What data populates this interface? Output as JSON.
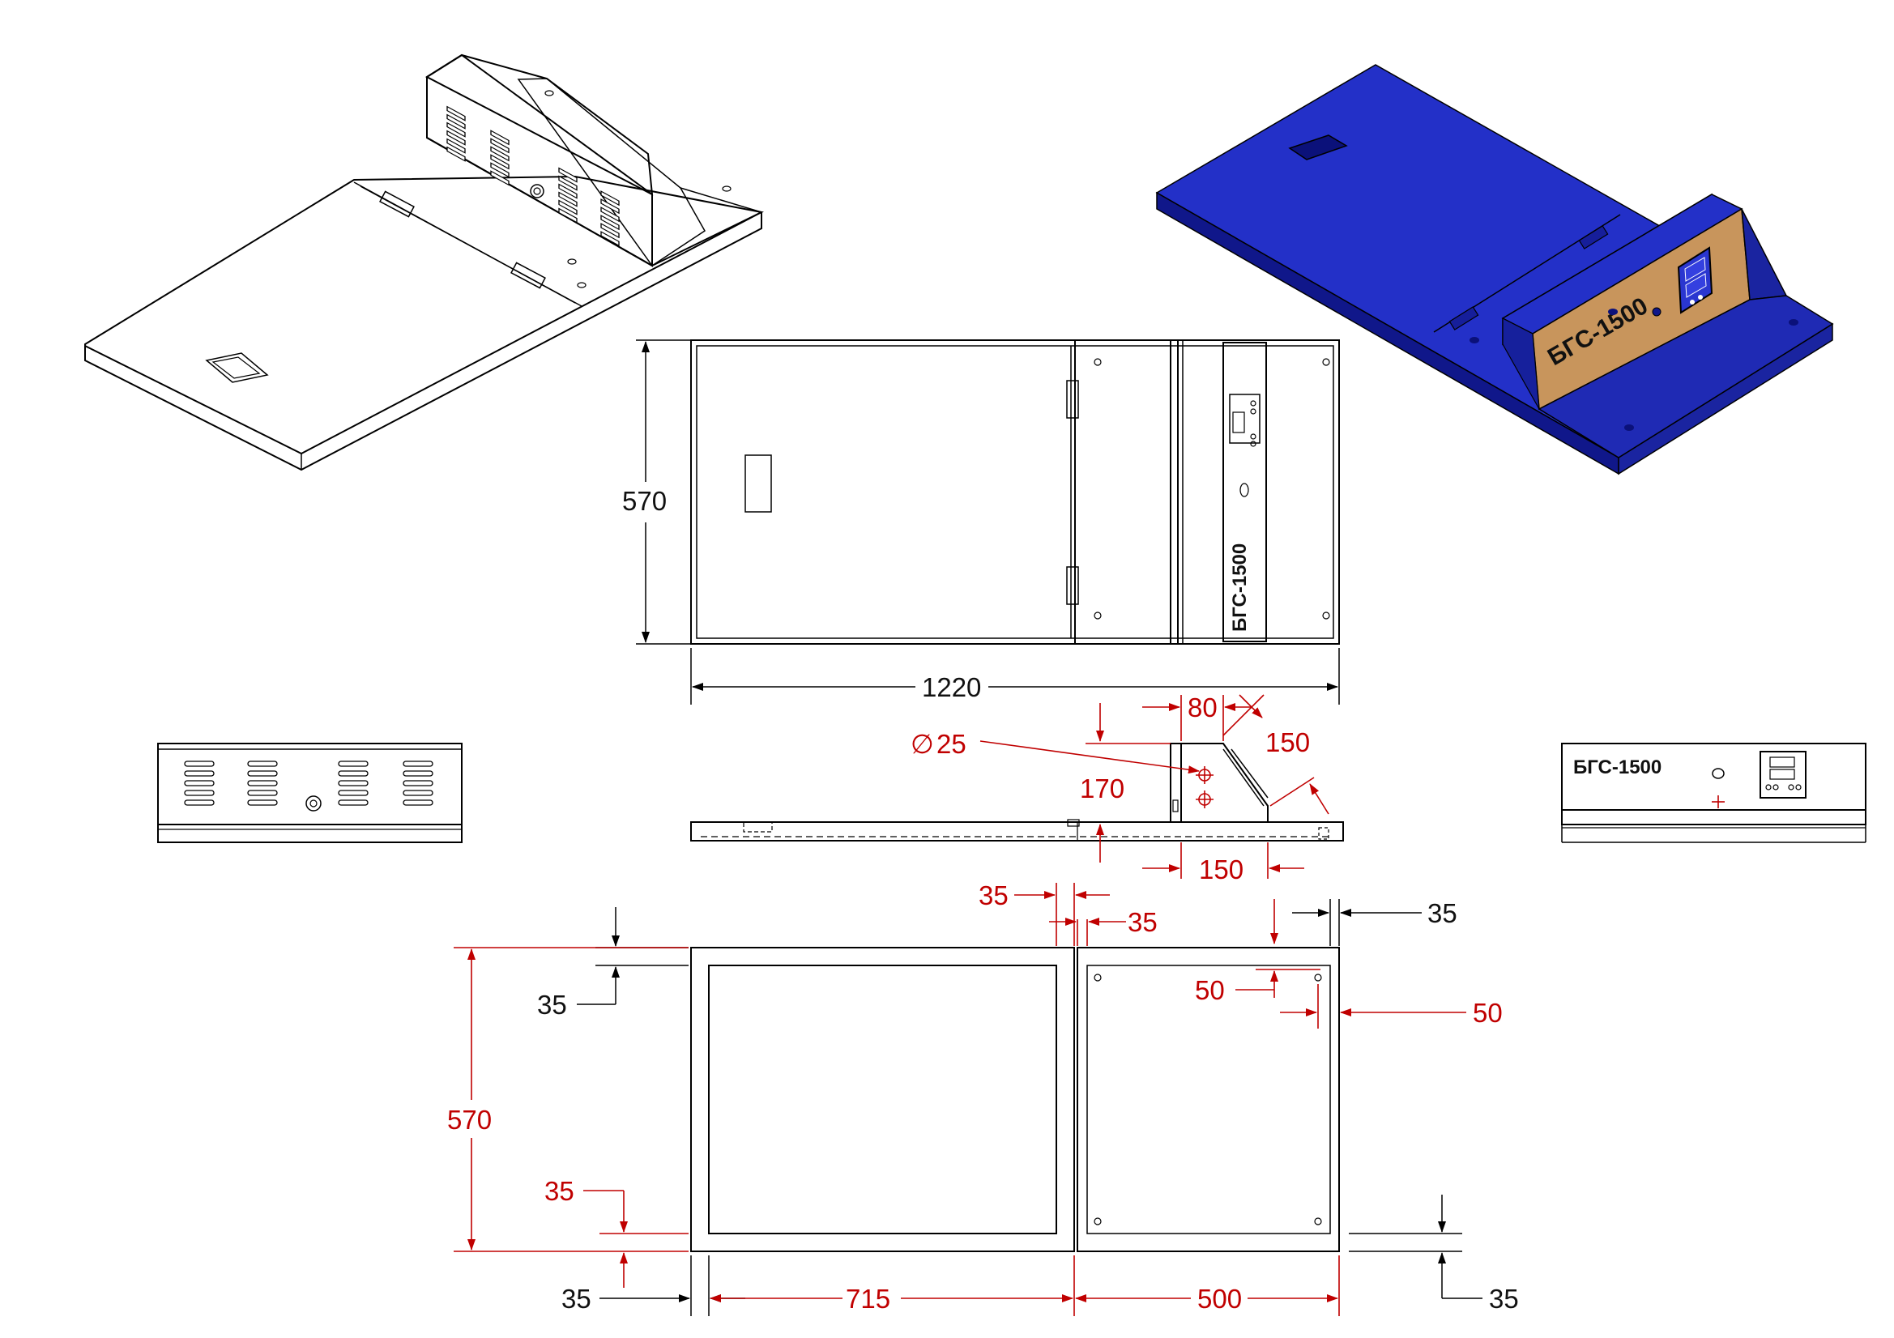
{
  "product": {
    "model_label": "БГС-1500"
  },
  "colors": {
    "body": "#1f2ab4",
    "body_dark": "#10178a",
    "body_top": "#2330c8",
    "panel": "#c8955c",
    "dim_black": "#111111",
    "dim_red": "#c00000"
  },
  "dimensions": {
    "top_height": "570",
    "top_length": "1220",
    "hole_dia_symbol": "∅",
    "hole_dia": "25",
    "side_80": "80",
    "side_150_top": "150",
    "side_170": "170",
    "side_150_bottom": "150",
    "bottom_35_left_top": "35",
    "bottom_35_mid_left": "35",
    "bottom_35_mid_right": "35",
    "bottom_35_right_top": "35",
    "bottom_35_left_red": "35",
    "bottom_35_left_bottom": "35",
    "bottom_35_right_bottom": "35",
    "bottom_50_top": "50",
    "bottom_50_right": "50",
    "bottom_height_red": "570",
    "bottom_715": "715",
    "bottom_500": "500"
  }
}
